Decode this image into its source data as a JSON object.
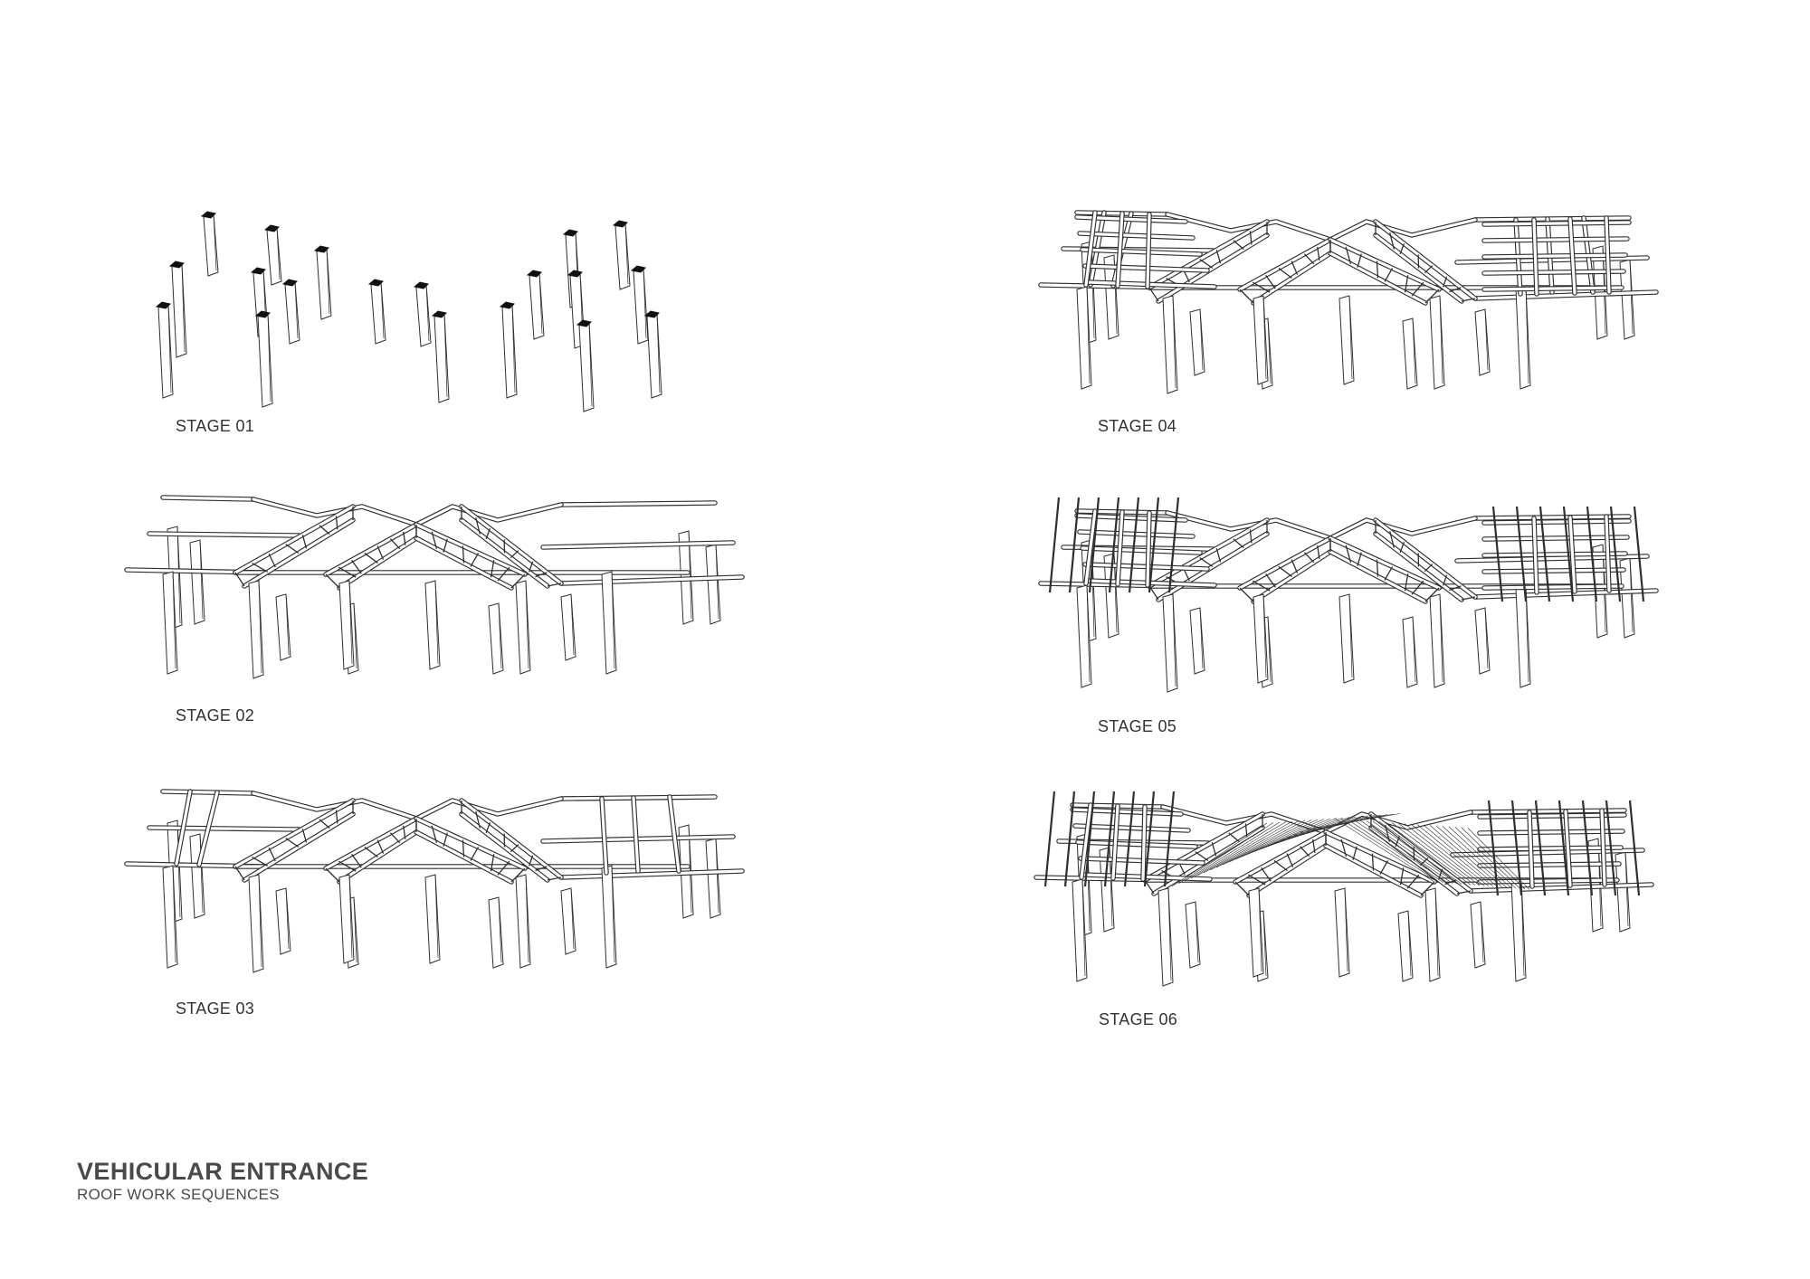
{
  "stages": [
    {
      "label": "STAGE 01",
      "components": [
        "columns"
      ]
    },
    {
      "label": "STAGE 02",
      "components": [
        "columns",
        "beams",
        "trusses"
      ]
    },
    {
      "label": "STAGE 03",
      "components": [
        "columns",
        "beams",
        "trusses",
        "cross-beams"
      ]
    },
    {
      "label": "STAGE 04",
      "components": [
        "columns",
        "beams",
        "trusses",
        "cross-beams",
        "grid-beams"
      ]
    },
    {
      "label": "STAGE 05",
      "components": [
        "columns",
        "beams",
        "trusses",
        "grid-beams",
        "purlins"
      ]
    },
    {
      "label": "STAGE 06",
      "components": [
        "columns",
        "beams",
        "trusses",
        "grid-beams",
        "purlins",
        "roof-deck"
      ]
    }
  ],
  "title": "VEHICULAR ENTRANCE",
  "subtitle": "ROOF WORK SEQUENCES",
  "colors": {
    "line": "#2f2f2f",
    "cap": "#111111",
    "text": "#3d3d3d"
  }
}
